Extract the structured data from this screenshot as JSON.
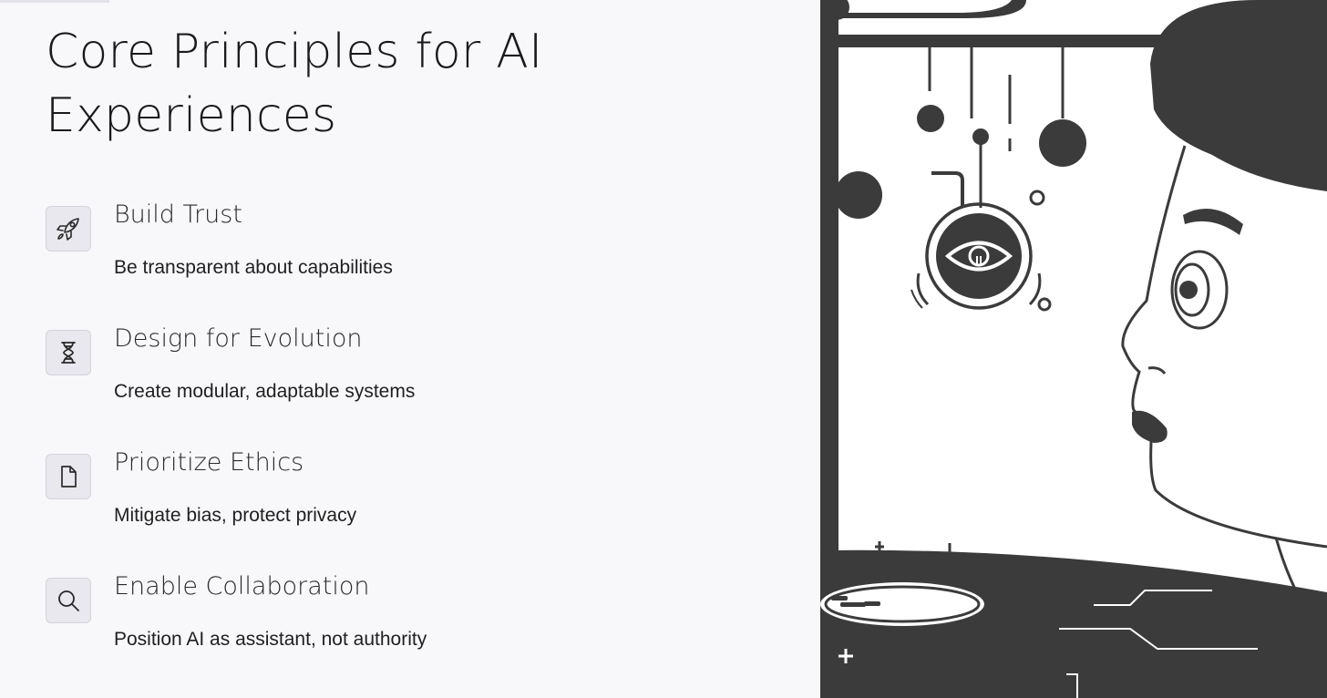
{
  "page": {
    "title": "Core Principles for AI Experiences"
  },
  "principles": [
    {
      "icon": "rocket-icon",
      "title": "Build Trust",
      "description": "Be transparent about capabilities"
    },
    {
      "icon": "hourglass-icon",
      "title": "Design for Evolution",
      "description": "Create modular, adaptable systems"
    },
    {
      "icon": "document-icon",
      "title": "Prioritize Ethics",
      "description": "Mitigate bias, protect privacy"
    },
    {
      "icon": "search-icon",
      "title": "Enable Collaboration",
      "description": "Position AI as assistant, not authority"
    }
  ],
  "illustration": {
    "subject": "line-art illustration of a human face in profile facing an eye-symbol device",
    "colors": {
      "ink": "#3b3b3b",
      "paper": "#ffffff"
    }
  }
}
